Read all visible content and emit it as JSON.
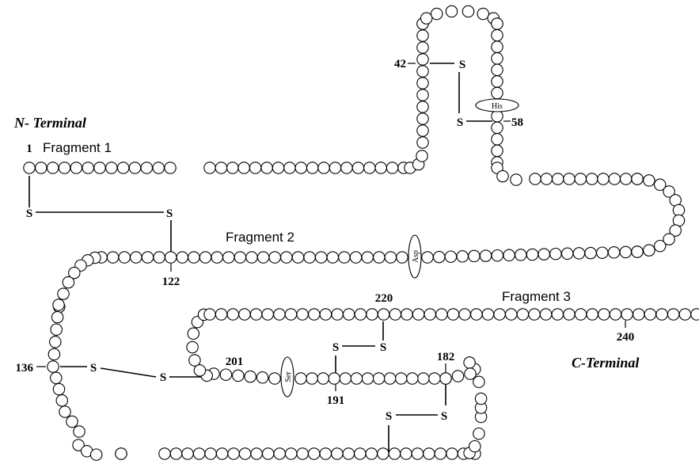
{
  "terminals": {
    "n": "N- Terminal",
    "c": "C-Terminal"
  },
  "fragments": [
    "Fragment 1",
    "Fragment 2",
    "Fragment 3"
  ],
  "residue_numbers": {
    "r1": "1",
    "r42": "42",
    "r58": "58",
    "r122": "122",
    "r136": "136",
    "r182": "182",
    "r191": "191",
    "r201": "201",
    "r220": "220",
    "r240": "240"
  },
  "sulfur_label": "S",
  "catalytic_residues": {
    "his": "His",
    "asp": "Asp",
    "ser": "Ser"
  }
}
